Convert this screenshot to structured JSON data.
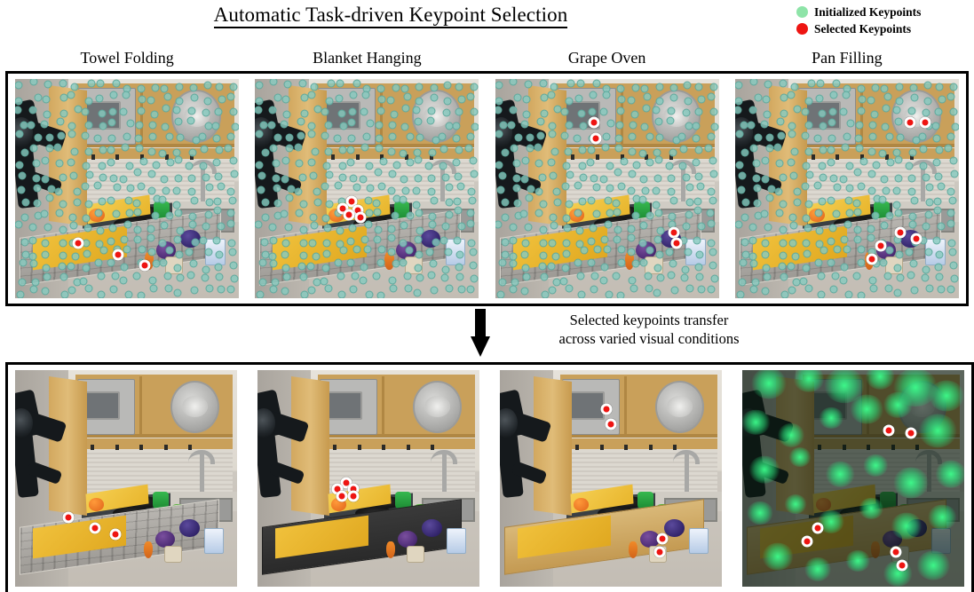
{
  "figure": {
    "title": "Automatic Task-driven Keypoint Selection",
    "transition_line1": "Selected keypoints transfer",
    "transition_line2": "across varied visual conditions",
    "arrow_icon": "arrow-down-icon"
  },
  "legend": {
    "items": [
      {
        "label": "Initialized Keypoints",
        "color": "#8ee4a8",
        "icon": "green-dot-icon"
      },
      {
        "label": "Selected Keypoints",
        "color": "#ee1512",
        "icon": "red-dot-icon"
      }
    ]
  },
  "columns": [
    {
      "label": "Towel Folding"
    },
    {
      "label": "Blanket Hanging"
    },
    {
      "label": "Grape Oven"
    },
    {
      "label": "Pan Filling"
    }
  ],
  "rows": [
    {
      "name": "initialization-row",
      "has_initialized_overlay": true,
      "panels": [
        {
          "task": "Towel Folding",
          "scene": "reference-kitchen",
          "table_style": "table-stone",
          "selected_keypoints": [
            {
              "x": 28,
              "y": 75
            },
            {
              "x": 46,
              "y": 80
            },
            {
              "x": 58,
              "y": 85
            }
          ]
        },
        {
          "task": "Blanket Hanging",
          "scene": "reference-kitchen",
          "table_style": "table-stone",
          "selected_keypoints": [
            {
              "x": 43,
              "y": 56
            },
            {
              "x": 39,
              "y": 59
            },
            {
              "x": 46,
              "y": 60
            },
            {
              "x": 42,
              "y": 62
            },
            {
              "x": 47,
              "y": 63
            }
          ]
        },
        {
          "task": "Grape Oven",
          "scene": "reference-kitchen",
          "table_style": "table-stone",
          "selected_keypoints": [
            {
              "x": 44,
              "y": 20
            },
            {
              "x": 45,
              "y": 27
            },
            {
              "x": 80,
              "y": 70
            },
            {
              "x": 81,
              "y": 75
            }
          ]
        },
        {
          "task": "Pan Filling",
          "scene": "reference-kitchen",
          "table_style": "table-stone",
          "selected_keypoints": [
            {
              "x": 78,
              "y": 20
            },
            {
              "x": 85,
              "y": 20
            },
            {
              "x": 74,
              "y": 70
            },
            {
              "x": 81,
              "y": 73
            },
            {
              "x": 65,
              "y": 76
            },
            {
              "x": 61,
              "y": 82
            }
          ]
        }
      ]
    },
    {
      "name": "transfer-row",
      "has_initialized_overlay": false,
      "panels": [
        {
          "task": "Towel Folding",
          "scene": "stone-table-kitchen",
          "table_style": "table-stone",
          "selected_keypoints": [
            {
              "x": 24,
              "y": 68
            },
            {
              "x": 36,
              "y": 73
            },
            {
              "x": 45,
              "y": 76
            }
          ]
        },
        {
          "task": "Blanket Hanging",
          "scene": "cluttered-dark-table-kitchen",
          "table_style": "table-dark",
          "selected_keypoints": [
            {
              "x": 40,
              "y": 52
            },
            {
              "x": 36,
              "y": 55
            },
            {
              "x": 43,
              "y": 55
            },
            {
              "x": 38,
              "y": 58
            },
            {
              "x": 43,
              "y": 58
            }
          ]
        },
        {
          "task": "Grape Oven",
          "scene": "wood-table-kitchen",
          "table_style": "table-wood",
          "selected_keypoints": [
            {
              "x": 48,
              "y": 18
            },
            {
              "x": 50,
              "y": 25
            },
            {
              "x": 73,
              "y": 78
            },
            {
              "x": 72,
              "y": 84
            }
          ]
        },
        {
          "task": "Pan Filling",
          "scene": "green-bokeh-dark-kitchen",
          "table_style": "table-wood",
          "lighting": "green-bokeh-dark",
          "selected_keypoints": [
            {
              "x": 66,
              "y": 28
            },
            {
              "x": 76,
              "y": 29
            },
            {
              "x": 34,
              "y": 73
            },
            {
              "x": 29,
              "y": 79
            },
            {
              "x": 69,
              "y": 84
            },
            {
              "x": 72,
              "y": 90
            }
          ]
        }
      ]
    }
  ]
}
